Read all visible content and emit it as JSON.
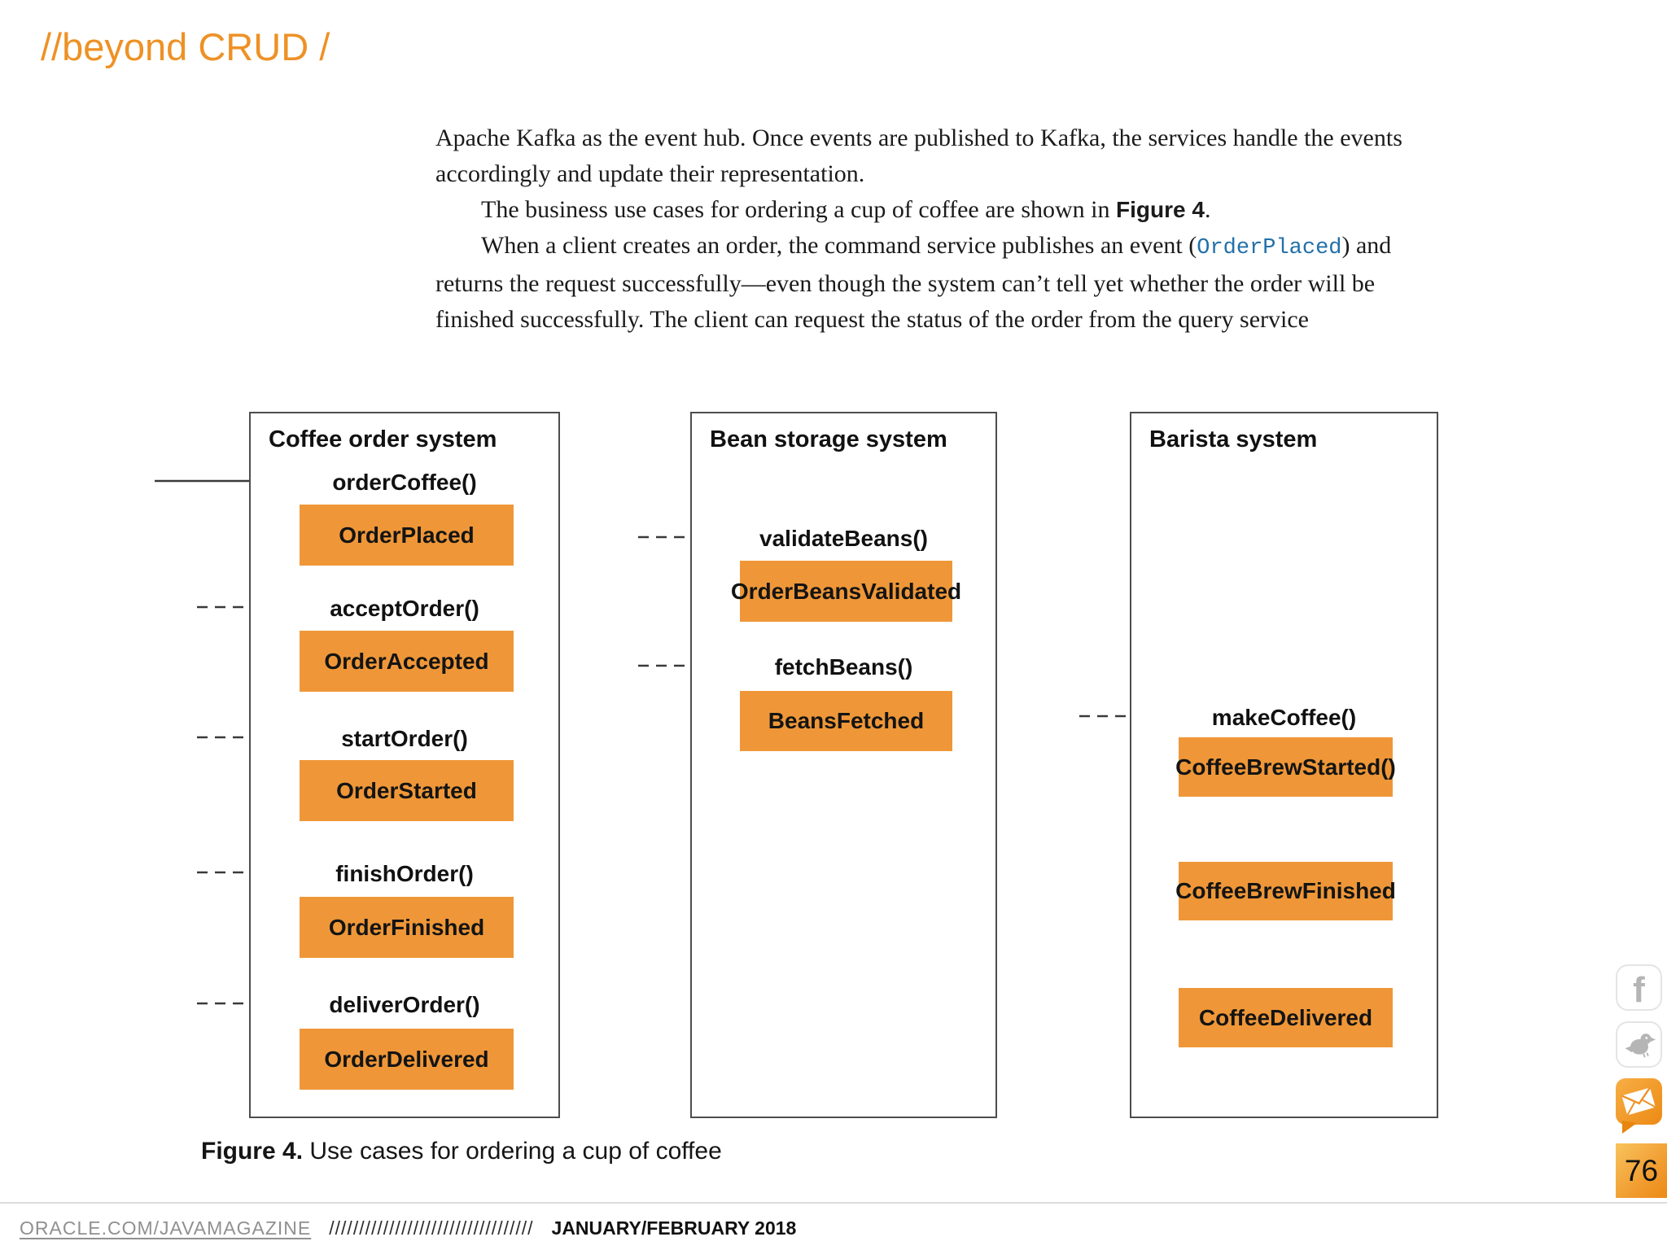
{
  "page": {
    "header_title": "//beyond CRUD /",
    "page_number": "76"
  },
  "article": {
    "p1": "Apache Kafka as the event hub. Once events are published to Kafka, the services handle the events accordingly and update their representation.",
    "p2_part1": "The business use cases for ordering a cup of coffee are shown in ",
    "p2_figure_ref": "Figure 4",
    "p2_part2": ".",
    "p3_part1": "When a client creates an order, the command service publishes an event (",
    "p3_code": "OrderPlaced",
    "p3_part2": ") and returns the request successfully—even though the system can’t tell yet whether the order will be finished successfully. The client can request the status of the order from the query service"
  },
  "diagram": {
    "systems": [
      {
        "title": "Coffee order system",
        "items": [
          {
            "method": "orderCoffee()",
            "event": "OrderPlaced"
          },
          {
            "method": "acceptOrder()",
            "event": "OrderAccepted"
          },
          {
            "method": "startOrder()",
            "event": "OrderStarted"
          },
          {
            "method": "finishOrder()",
            "event": "OrderFinished"
          },
          {
            "method": "deliverOrder()",
            "event": "OrderDelivered"
          }
        ]
      },
      {
        "title": "Bean storage system",
        "items": [
          {
            "method": "validateBeans()",
            "event": "OrderBeansValidated"
          },
          {
            "method": "fetchBeans()",
            "event": "BeansFetched"
          }
        ]
      },
      {
        "title": "Barista system",
        "items": [
          {
            "method": "makeCoffee()",
            "event": "CoffeeBrewStarted()"
          },
          {
            "event": "CoffeeBrewFinished"
          },
          {
            "event": "CoffeeDelivered"
          }
        ]
      }
    ],
    "caption_label": "Figure 4.",
    "caption_text": " Use cases for ordering a cup of coffee"
  },
  "footer": {
    "url": "ORACLE.COM/JAVAMAGAZINE",
    "slashes": "//////////////////////////////////",
    "date": "JANUARY/FEBRUARY 2018"
  },
  "icons": {
    "facebook": "facebook-f",
    "twitter": "twitter-bird",
    "feedback": "feedback-envelope-bubble"
  },
  "colors": {
    "header_orange": "#EE9125",
    "event_box_orange": "#EF9738",
    "inline_code_blue": "#2270A9",
    "page_badge_orange": "#EC8A15",
    "icon_gray": "#B5B5B5"
  }
}
